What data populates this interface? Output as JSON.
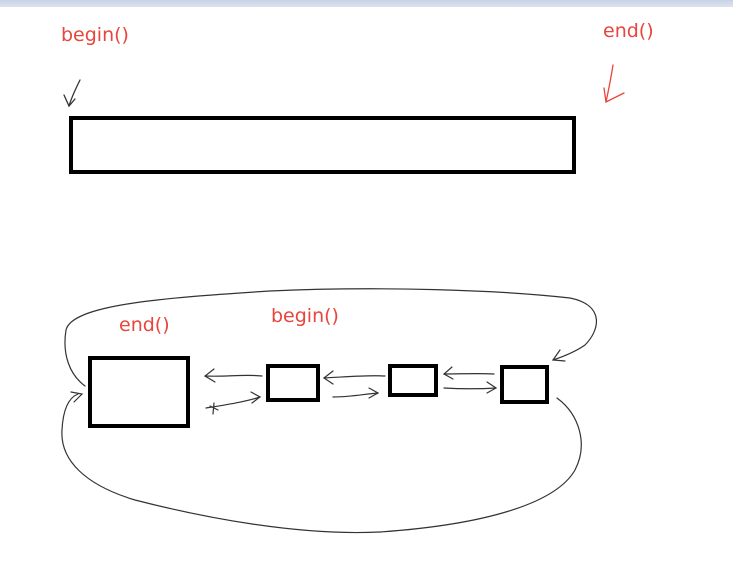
{
  "labels": {
    "top_begin": "begin()",
    "top_end": "end()",
    "bottom_end": "end()",
    "bottom_begin": "begin()"
  },
  "colors": {
    "label": "#e8453c",
    "ink": "#000000",
    "pen": "#333333",
    "top_strip": "#c9d3e6"
  }
}
